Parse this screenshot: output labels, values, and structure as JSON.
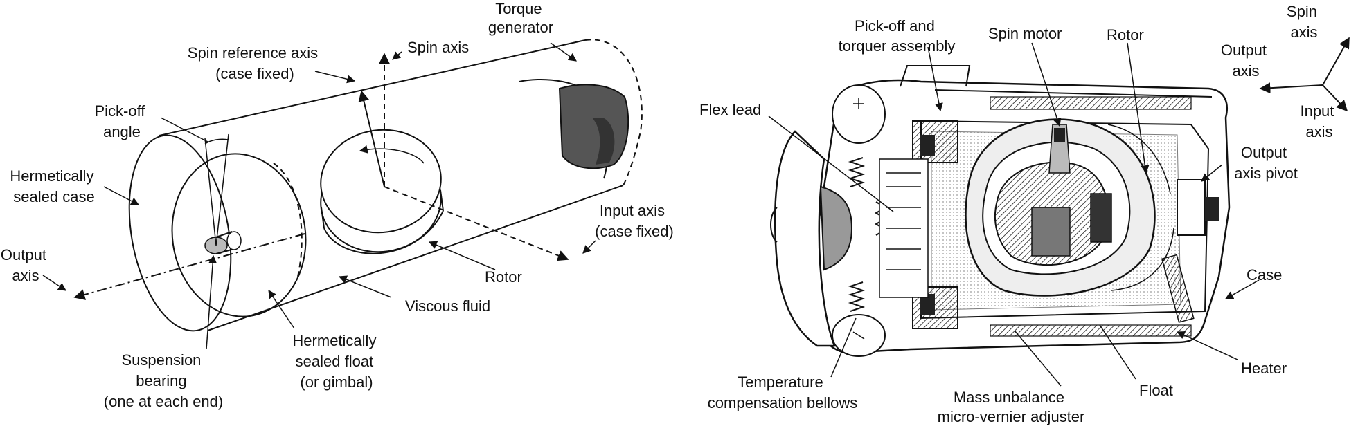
{
  "left_diagram": {
    "labels": {
      "torque_generator": [
        "Torque",
        "generator"
      ],
      "spin_reference_axis": [
        "Spin reference axis",
        "(case fixed)"
      ],
      "spin_axis": [
        "Spin axis"
      ],
      "pick_off_angle": [
        "Pick-off",
        "angle"
      ],
      "hermetically_sealed_case": [
        "Hermetically",
        "sealed case"
      ],
      "output_axis": [
        "Output",
        "axis"
      ],
      "input_axis": [
        "Input axis",
        "(case fixed)"
      ],
      "rotor": [
        "Rotor"
      ],
      "viscous_fluid": [
        "Viscous fluid"
      ],
      "suspension_bearing": [
        "Suspension",
        "bearing",
        "(one at each end)"
      ],
      "hermetically_sealed_float": [
        "Hermetically",
        "sealed float",
        "(or gimbal)"
      ]
    }
  },
  "right_diagram": {
    "labels": {
      "pick_off_torquer": [
        "Pick-off and",
        "torquer assembly"
      ],
      "spin_motor": [
        "Spin motor"
      ],
      "rotor": [
        "Rotor"
      ],
      "flex_lead": [
        "Flex lead"
      ],
      "output_axis_pivot": [
        "Output",
        "axis pivot"
      ],
      "case": [
        "Case"
      ],
      "heater": [
        "Heater"
      ],
      "float": [
        "Float"
      ],
      "mass_unbalance": [
        "Mass unbalance",
        "micro-vernier adjuster"
      ],
      "temperature_bellows": [
        "Temperature",
        "compensation bellows"
      ]
    }
  },
  "axes_triad": {
    "labels": {
      "spin_axis": [
        "Spin",
        "axis"
      ],
      "output_axis": [
        "Output",
        "axis"
      ],
      "input_axis": [
        "Input",
        "axis"
      ]
    }
  }
}
